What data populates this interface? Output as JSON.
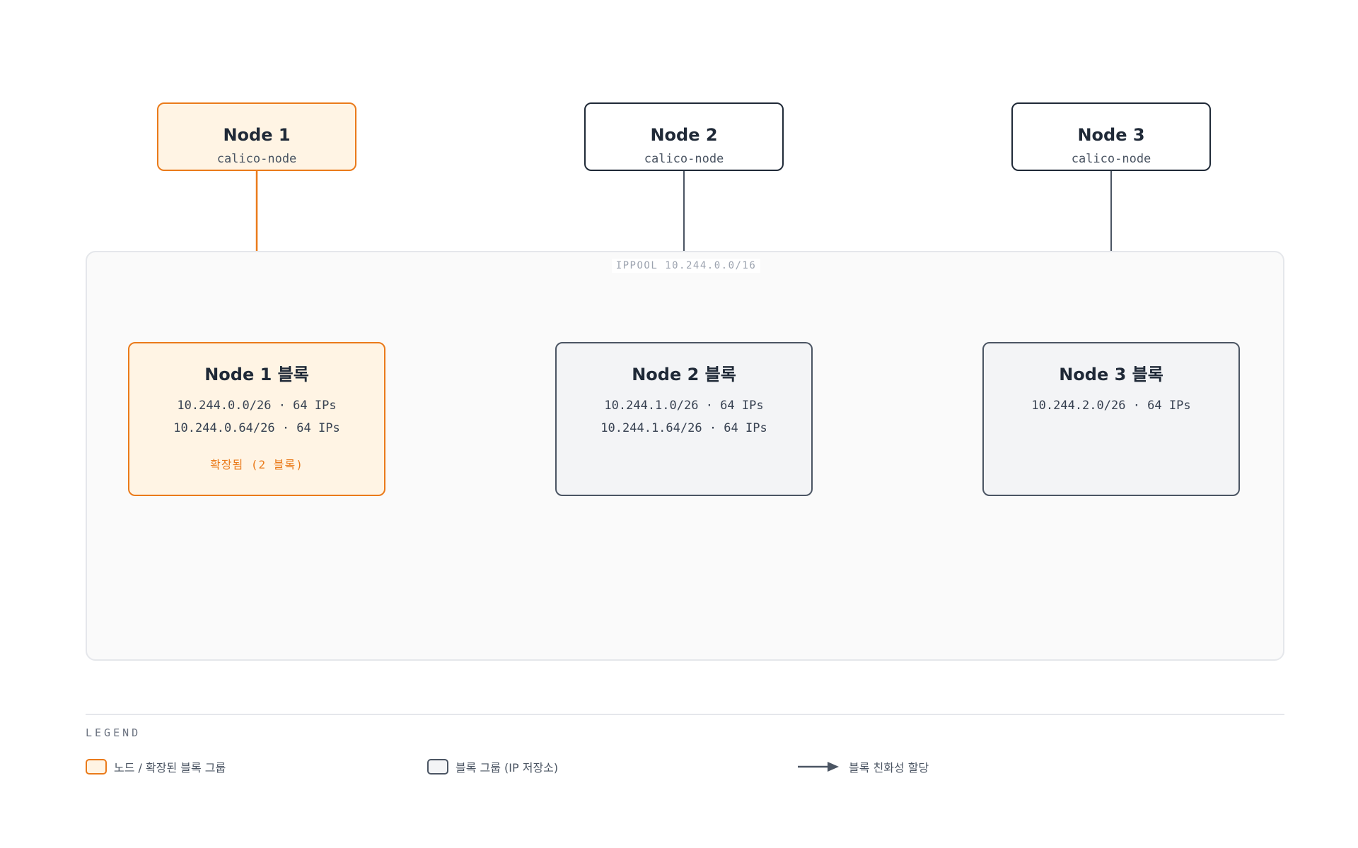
{
  "pool": {
    "label": "IPPOOL 10.244.0.0/16"
  },
  "nodes": [
    {
      "title": "Node 1",
      "subtitle": "calico-node",
      "highlighted": true
    },
    {
      "title": "Node 2",
      "subtitle": "calico-node",
      "highlighted": false
    },
    {
      "title": "Node 3",
      "subtitle": "calico-node",
      "highlighted": false
    }
  ],
  "blocks": [
    {
      "title": "Node 1 블록",
      "cidrs": [
        "10.244.0.0/26 · 64 IPs",
        "10.244.0.64/26 · 64 IPs"
      ],
      "status": "확장됨 (2 블록)",
      "highlighted": true
    },
    {
      "title": "Node 2 블록",
      "cidrs": [
        "10.244.1.0/26 · 64 IPs",
        "10.244.1.64/26 · 64 IPs"
      ],
      "highlighted": false
    },
    {
      "title": "Node 3 블록",
      "cidrs": [
        "10.244.2.0/26 · 64 IPs"
      ],
      "highlighted": false
    }
  ],
  "legend": {
    "title": "LEGEND",
    "items": [
      {
        "label": "노드 / 확장된 블록 그룹",
        "kind": "swatch-accent"
      },
      {
        "label": "블록 그룹 (IP 저장소)",
        "kind": "swatch-neutral"
      },
      {
        "label": "블록 친화성 할당",
        "kind": "arrow"
      }
    ]
  },
  "colors": {
    "accent": "#ea7a1a",
    "accent_fill": "#fff4e4",
    "neutral_stroke": "#4b5563",
    "neutral_fill": "#f3f4f6",
    "node_stroke": "#1f2937"
  }
}
